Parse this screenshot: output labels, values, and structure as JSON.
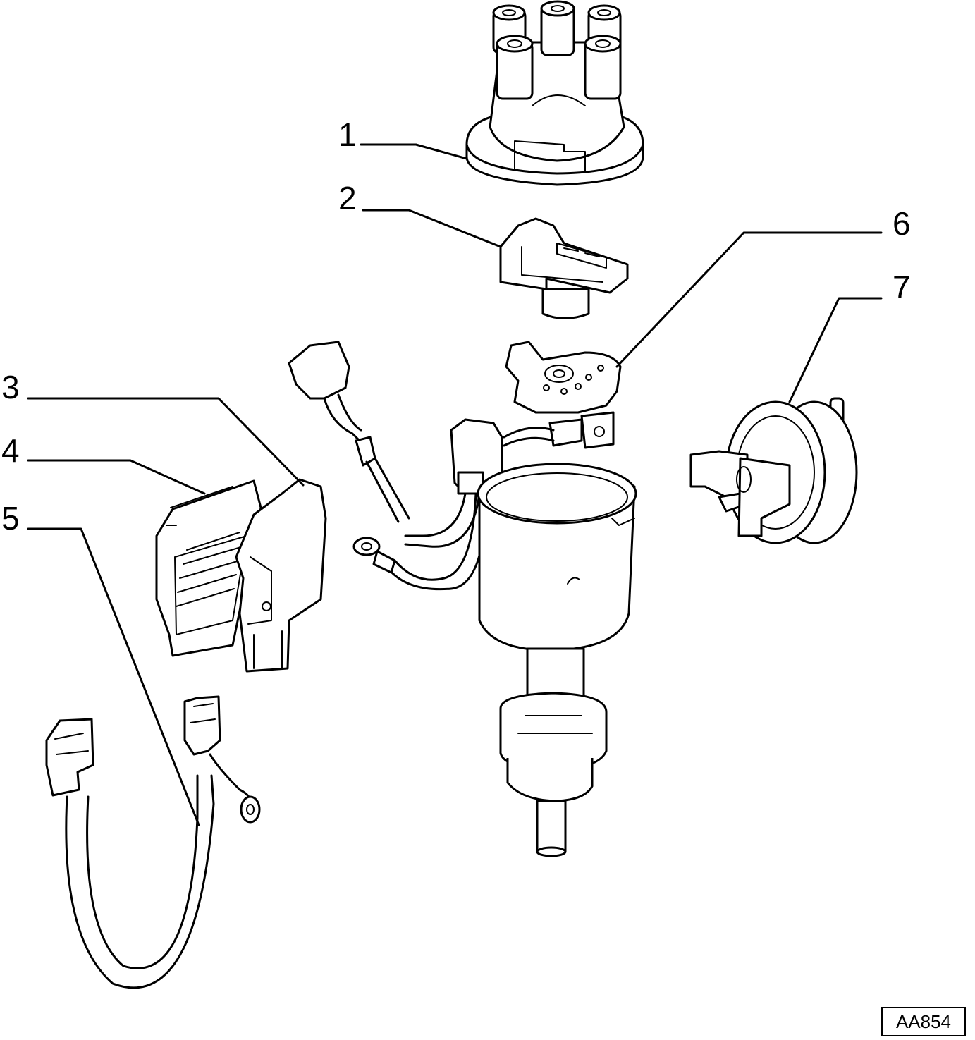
{
  "callouts": [
    {
      "id": "1",
      "label": "1"
    },
    {
      "id": "2",
      "label": "2"
    },
    {
      "id": "3",
      "label": "3"
    },
    {
      "id": "4",
      "label": "4"
    },
    {
      "id": "5",
      "label": "5"
    },
    {
      "id": "6",
      "label": "6"
    },
    {
      "id": "7",
      "label": "7"
    }
  ],
  "reference_code": "AA854",
  "colors": {
    "ink": "#000000",
    "background": "#ffffff"
  }
}
